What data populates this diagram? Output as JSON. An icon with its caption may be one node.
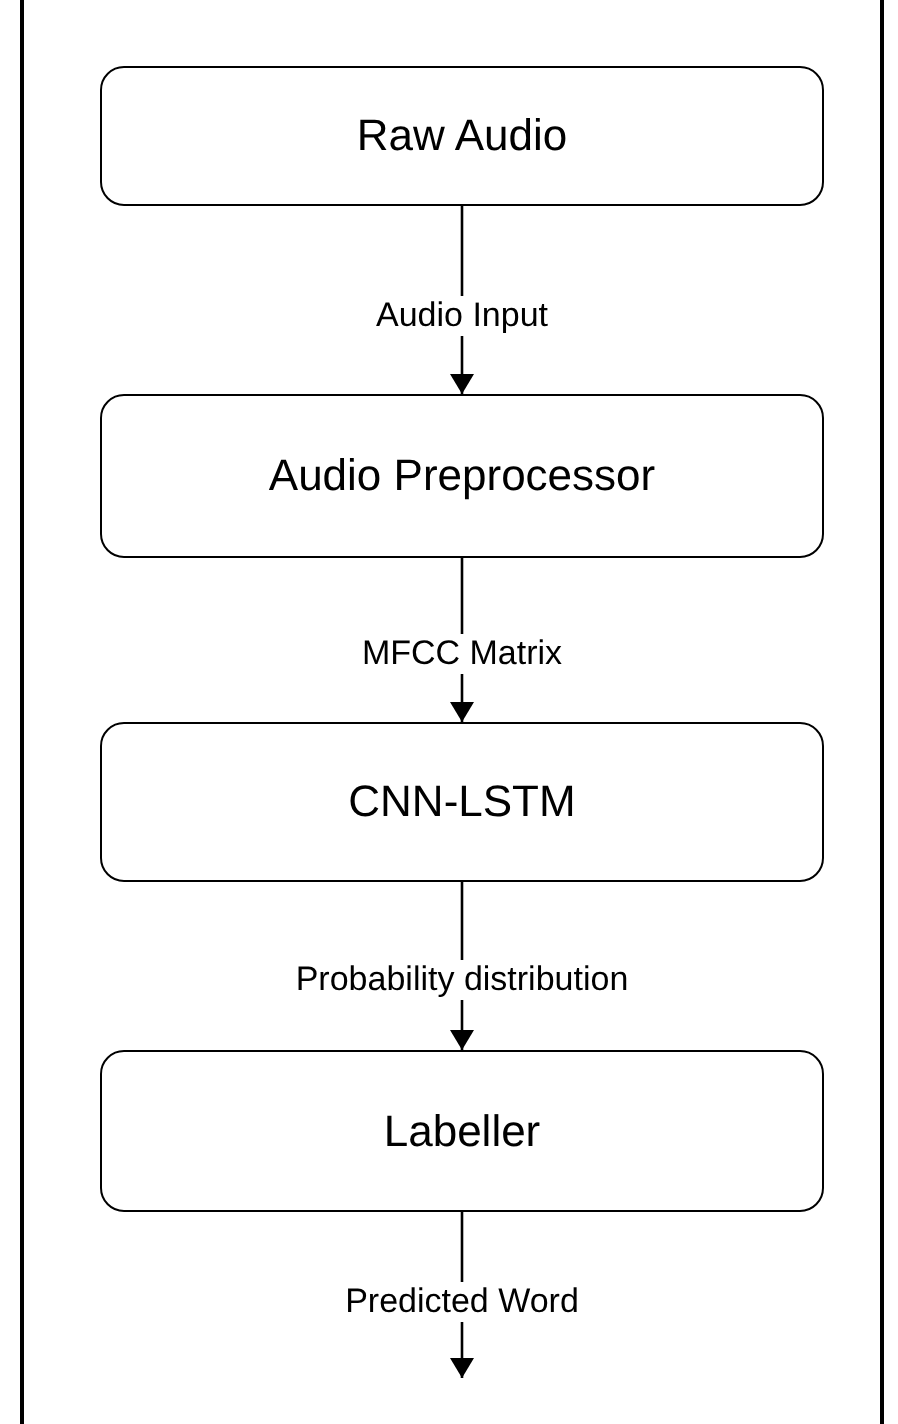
{
  "diagram": {
    "nodes": [
      {
        "text": [
          "Raw Audio"
        ]
      },
      {
        "text": [
          "Audio Preprocessor"
        ]
      },
      {
        "text": [
          "CNN-LSTM"
        ]
      },
      {
        "text": [
          "Labeller"
        ]
      }
    ],
    "edges": [
      {
        "from": 0,
        "to": 1,
        "arrow": "to",
        "label": "Audio Input"
      },
      {
        "from": 1,
        "to": 2,
        "arrow": "to",
        "label": "MFCC Matrix"
      },
      {
        "from": 2,
        "to": 3,
        "arrow": "to",
        "label": "Probability distribution"
      },
      {
        "from": 3,
        "to": null,
        "arrow": "to",
        "label": "Predicted Word"
      }
    ]
  }
}
